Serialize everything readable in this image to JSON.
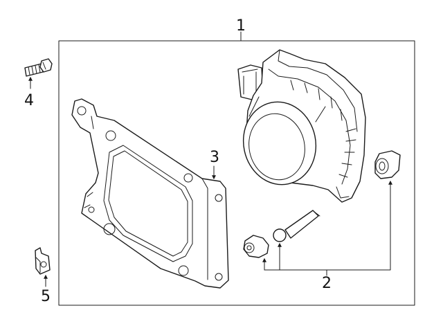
{
  "callouts": {
    "c1": "1",
    "c2": "2",
    "c3": "3",
    "c4": "4",
    "c5": "5"
  },
  "parts": [
    {
      "id": "1",
      "icon": "radar-sensor-assembly-icon"
    },
    {
      "id": "2",
      "icon": "bushing-and-stud-icon"
    },
    {
      "id": "3",
      "icon": "mounting-bracket-icon"
    },
    {
      "id": "4",
      "icon": "bolt-icon"
    },
    {
      "id": "5",
      "icon": "clip-nut-icon"
    }
  ],
  "colors": {
    "ink": "#1a1a1a",
    "background": "#ffffff"
  }
}
